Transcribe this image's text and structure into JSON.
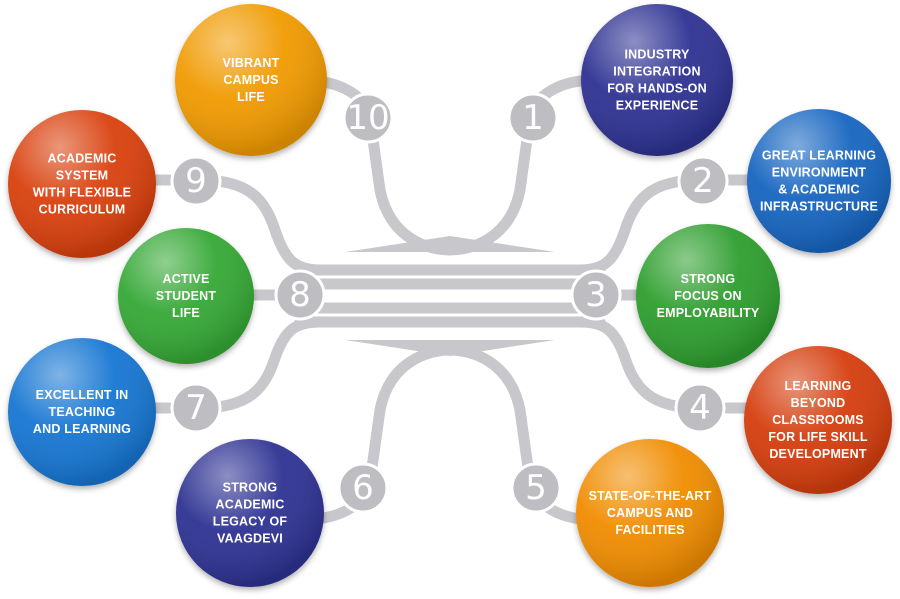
{
  "nodes": [
    {
      "number": "1",
      "lines": [
        "INDUSTRY",
        "INTEGRATION",
        "FOR HANDS-ON",
        "EXPERIENCE"
      ],
      "color": "#2f3392"
    },
    {
      "number": "2",
      "lines": [
        "GREAT LEARNING",
        "ENVIRONMENT",
        "& ACADEMIC",
        "INFRASTRUCTURE"
      ],
      "color": "#1565c0"
    },
    {
      "number": "3",
      "lines": [
        "STRONG",
        "FOCUS ON",
        "EMPLOYABILITY"
      ],
      "color": "#2e9e2e"
    },
    {
      "number": "4",
      "lines": [
        "LEARNING",
        "BEYOND",
        "CLASSROOMS",
        "FOR LIFE SKILL",
        "DEVELOPMENT"
      ],
      "color": "#d53e0f"
    },
    {
      "number": "5",
      "lines": [
        "STATE-OF-THE-ART",
        "CAMPUS AND",
        "FACILITIES"
      ],
      "color": "#f08c00"
    },
    {
      "number": "6",
      "lines": [
        "STRONG",
        "ACADEMIC",
        "LEGACY OF",
        "VAAGDEVI"
      ],
      "color": "#2f3392"
    },
    {
      "number": "7",
      "lines": [
        "EXCELLENT IN",
        "TEACHING",
        "AND LEARNING"
      ],
      "color": "#1976d2"
    },
    {
      "number": "8",
      "lines": [
        "ACTIVE",
        "STUDENT",
        "LIFE"
      ],
      "color": "#36a836"
    },
    {
      "number": "9",
      "lines": [
        "ACADEMIC",
        "SYSTEM",
        "WITH FLEXIBLE",
        "CURRICULUM"
      ],
      "color": "#d9400e"
    },
    {
      "number": "10",
      "lines": [
        "VIBRANT",
        "CAMPUS",
        "LIFE"
      ],
      "color": "#f09a00"
    }
  ]
}
